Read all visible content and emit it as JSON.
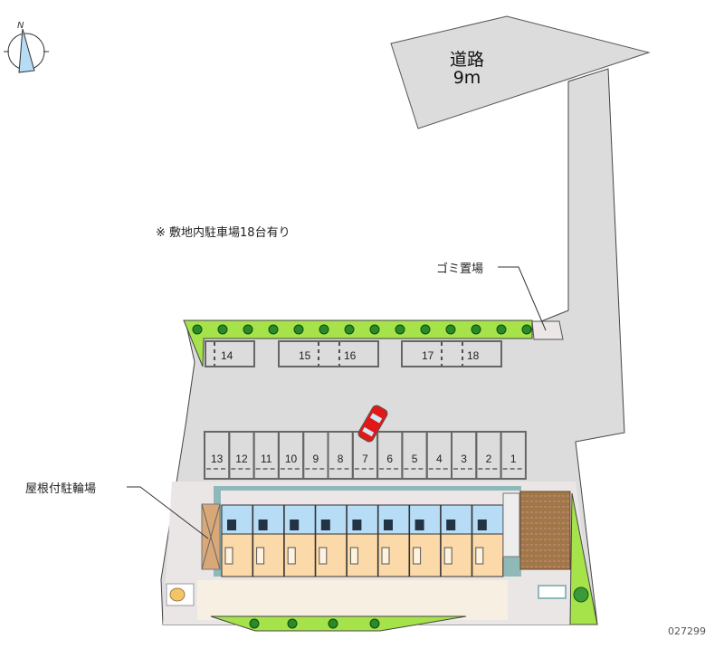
{
  "road": {
    "name": "道路",
    "width": "9m"
  },
  "note": "※ 敷地内駐車場18台有り",
  "labels": {
    "garbage": "ゴミ置場",
    "bike_parking": "屋根付駐輪場"
  },
  "compass": {
    "north": "N"
  },
  "parking": {
    "lower_row": [
      "13",
      "12",
      "11",
      "10",
      "9",
      "8",
      "7",
      "6",
      "5",
      "4",
      "3",
      "2",
      "1"
    ],
    "upper_row": [
      "14",
      "15",
      "16",
      "17",
      "18"
    ]
  },
  "property_id": "027299",
  "colors": {
    "lot": "#dcdcdc",
    "hedge": "#a6e34a",
    "unit_blue": "#b7dcf5",
    "unit_orange": "#fbd9a8",
    "car": "#e01818",
    "teal": "#8fb8b8"
  }
}
